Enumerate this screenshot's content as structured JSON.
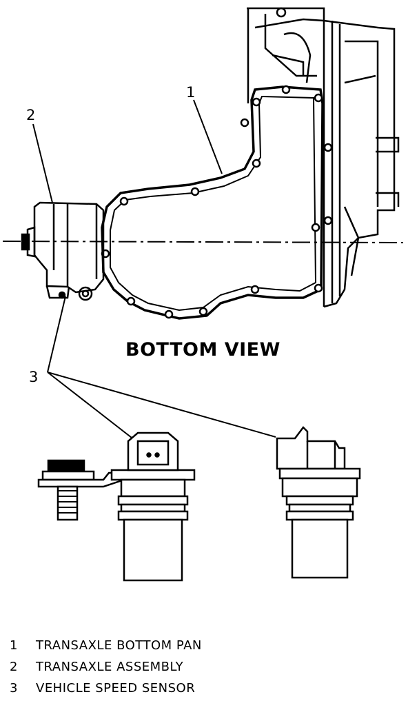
{
  "callouts": {
    "c1": "1",
    "c2": "2",
    "c3": "3"
  },
  "caption": "BOTTOM VIEW",
  "legend": [
    {
      "number": "1",
      "text": "TRANSAXLE BOTTOM PAN"
    },
    {
      "number": "2",
      "text": "TRANSAXLE ASSEMBLY"
    },
    {
      "number": "3",
      "text": "VEHICLE SPEED SENSOR"
    }
  ]
}
